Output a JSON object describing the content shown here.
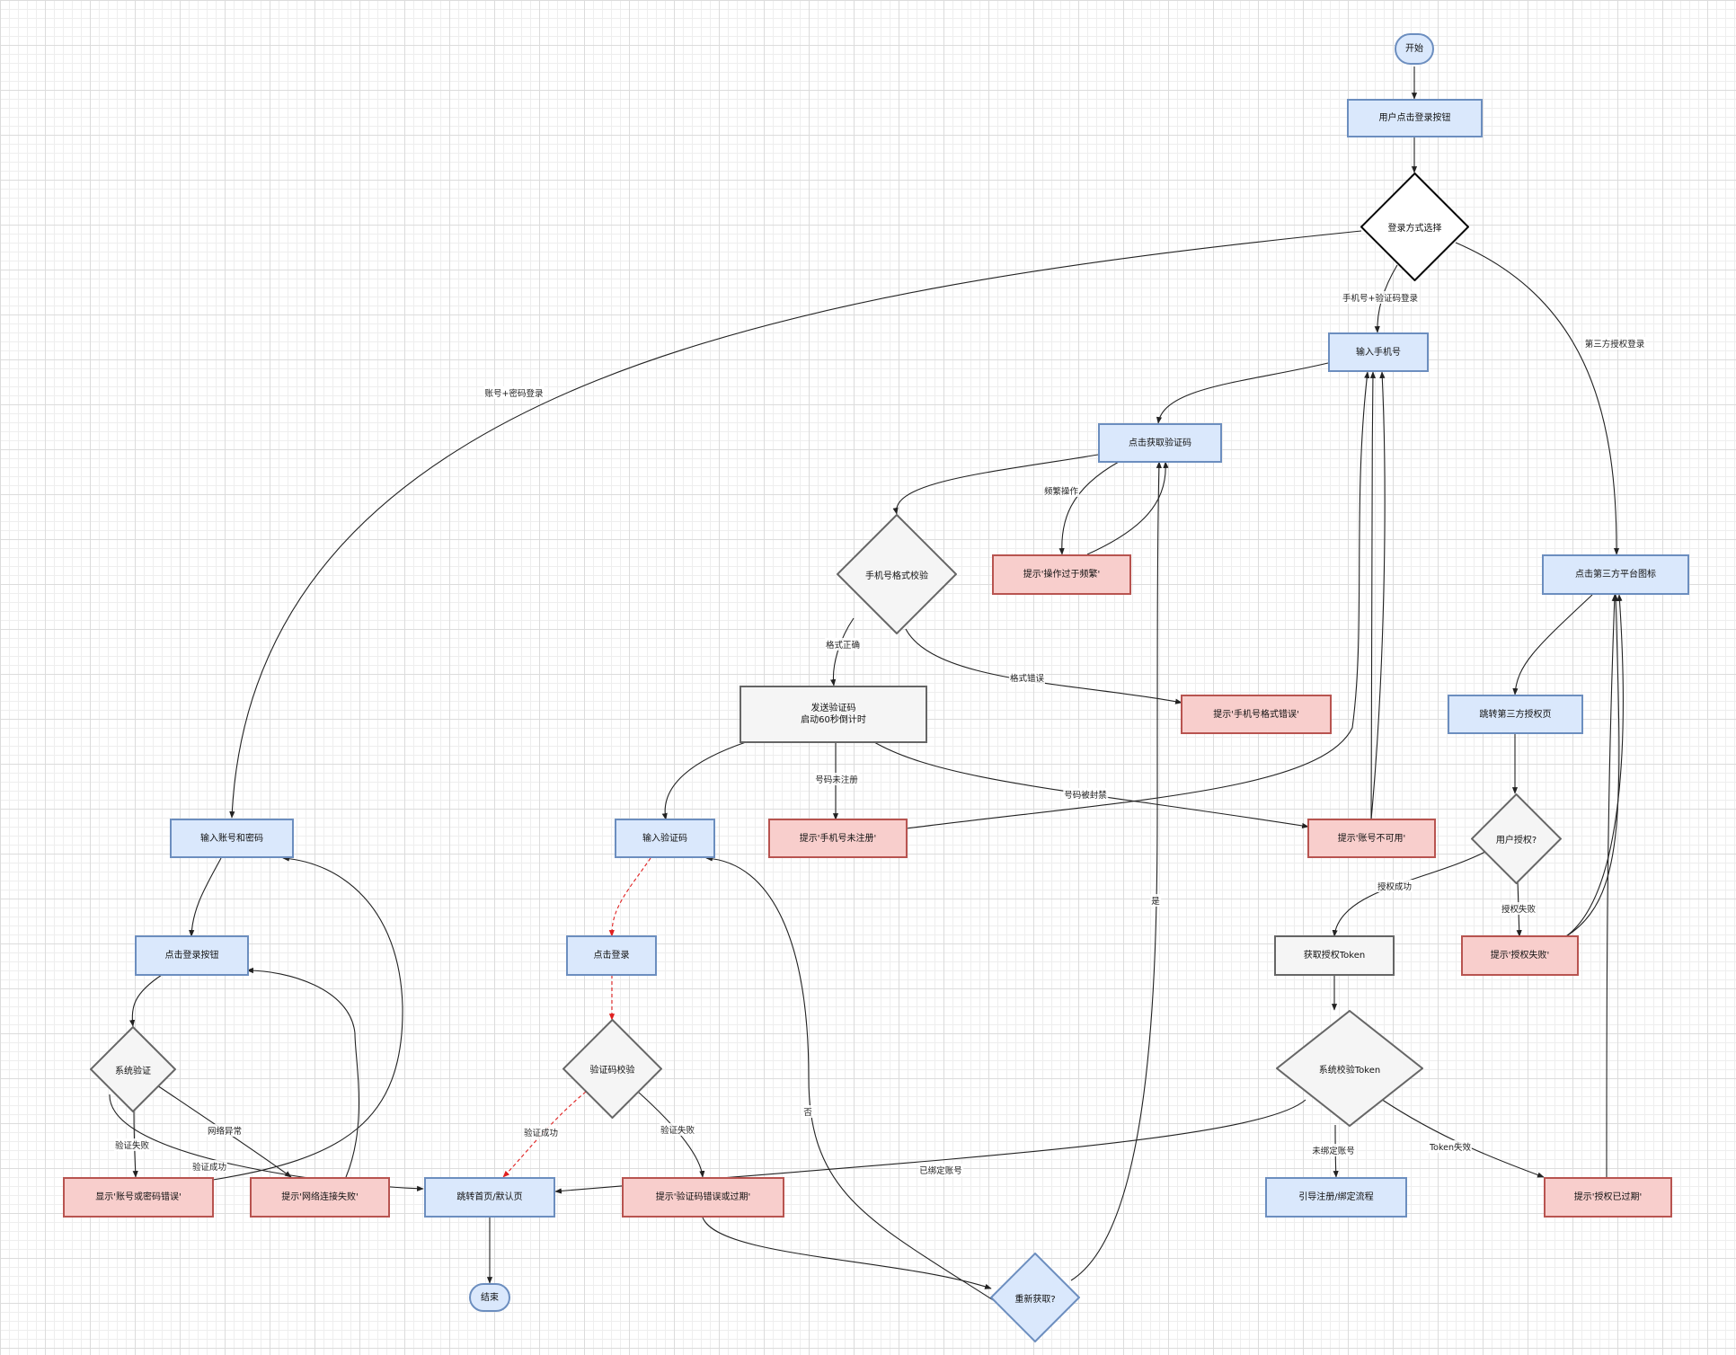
{
  "nodes": {
    "start": "开始",
    "click_login": "用户点击登录按钮",
    "login_choice": "登录方式选择",
    "input_phone": "输入手机号",
    "get_code": "点击获取验证码",
    "tip_frequent": "提示'操作过于频繁'",
    "phone_check": "手机号格式校验",
    "third_icon": "点击第三方平台图标",
    "send_code": "发送验证码\n启动60秒倒计时",
    "tip_phone_format": "提示'手机号格式错误'",
    "jump_third": "跳转第三方授权页",
    "input_account": "输入账号和密码",
    "input_code": "输入验证码",
    "tip_unregistered": "提示'手机号未注册'",
    "tip_unavailable": "提示'账号不可用'",
    "user_auth": "用户授权?",
    "click_login_btn": "点击登录按钮",
    "click_login2": "点击登录",
    "get_token": "获取授权Token",
    "tip_auth_fail": "提示'授权失败'",
    "sys_verify": "系统验证",
    "code_verify": "验证码校验",
    "sys_token": "系统校验Token",
    "tip_pwd_error": "显示'账号或密码错误'",
    "tip_network": "提示'网络连接失败'",
    "home": "跳转首页/默认页",
    "tip_code_error": "提示'验证码错误或过期'",
    "guide_bind": "引导注册/绑定流程",
    "tip_expired": "提示'授权已过期'",
    "end": "结束",
    "refetch": "重新获取?"
  },
  "edge_labels": {
    "account_pwd": "账号+密码登录",
    "phone_code": "手机号+验证码登录",
    "third_party": "第三方授权登录",
    "frequent": "频繁操作",
    "format_ok": "格式正确",
    "format_error": "格式错误",
    "unregistered": "号码未注册",
    "banned": "号码被封禁",
    "auth_ok": "授权成功",
    "auth_fail": "授权失败",
    "verify_fail": "验证失败",
    "verify_ok": "验证成功",
    "network_error": "网络异常",
    "code_ok": "验证成功",
    "code_fail": "验证失败",
    "no": "否",
    "yes": "是",
    "bound": "已绑定账号",
    "unbound": "未绑定账号",
    "token_invalid": "Token失效"
  },
  "colors": {
    "process_fill": "#dae8fc",
    "process_stroke": "#6c8ebf",
    "error_fill": "#f8cecc",
    "error_stroke": "#b85450",
    "neutral_fill": "#f5f5f5",
    "neutral_stroke": "#666666",
    "edge": "#222222",
    "highlight_edge": "#e02020"
  }
}
